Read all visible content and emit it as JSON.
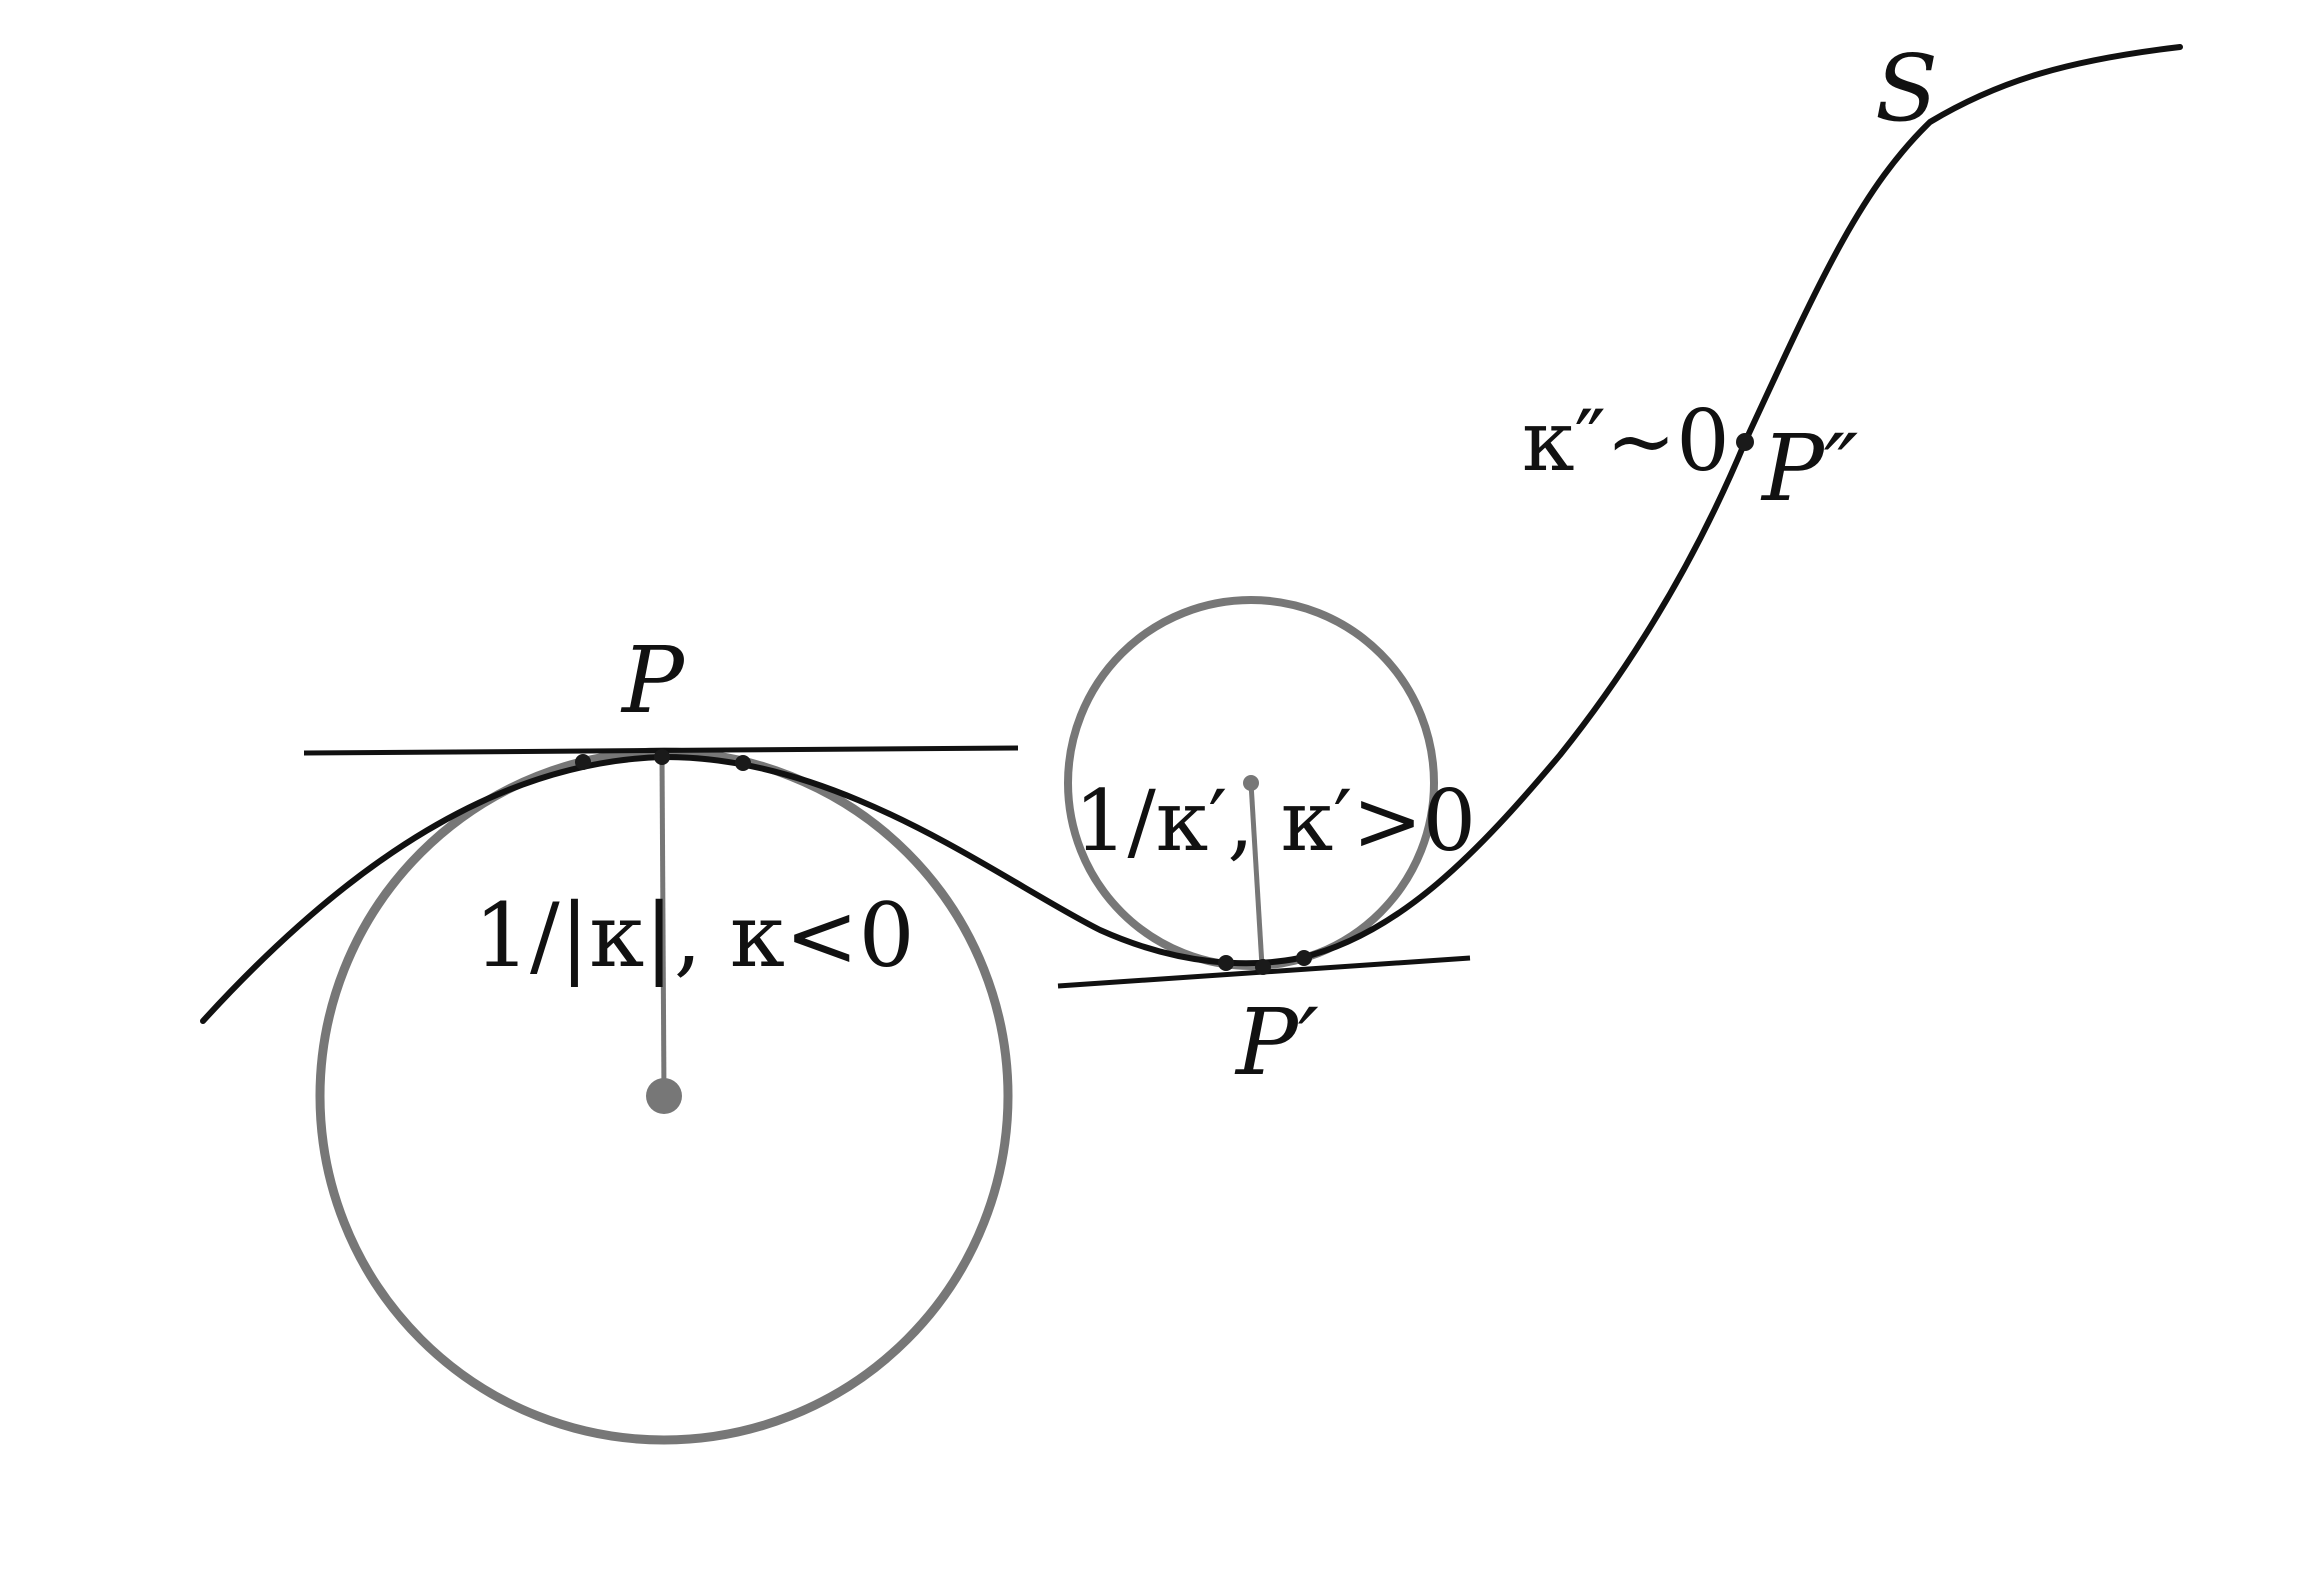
{
  "figure": {
    "labels": {
      "curve": "S",
      "point_p": "P",
      "point_p_prime": "P′",
      "point_p_double_prime": "P″",
      "radius_p": "1/|κ|, κ<0",
      "radius_p_prime": "1/κ′, κ′>0",
      "curvature_p_double_prime": "κ″~0"
    },
    "colors": {
      "curve": "#111111",
      "tangent": "#111111",
      "osculating_circle": "#777777",
      "radius": "#777777",
      "point": "#1a1a1a",
      "label": "#111111"
    }
  }
}
